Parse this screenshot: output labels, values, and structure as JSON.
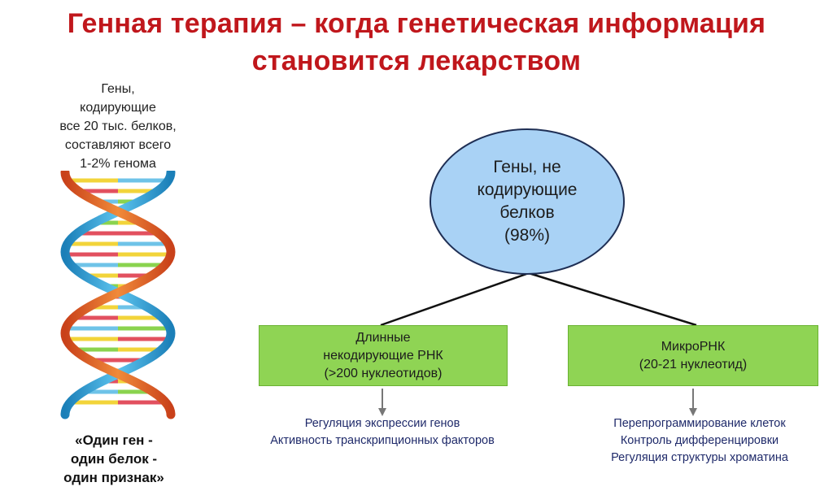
{
  "title": {
    "line1": "Генная терапия – когда генетическая информация",
    "line2": "становится лекарством"
  },
  "left_caption": {
    "lines": [
      "Гены,",
      "кодирующие",
      "все 20 тыс. белков,",
      "составляют всего",
      "1-2% генома"
    ]
  },
  "left_quote": {
    "lines": [
      "«Один ген -",
      "один белок -",
      "один признак»"
    ]
  },
  "root_node": {
    "lines": [
      "Гены, не",
      "кодирующие",
      "белков",
      "(98%)"
    ]
  },
  "branch_left": {
    "lines": [
      "Длинные",
      "некодирующие РНК",
      "(>200 нуклеотидов)"
    ],
    "functions": [
      "Регуляция экспрессии генов",
      "Активность транскрипционных факторов"
    ]
  },
  "branch_right": {
    "lines": [
      "МикроРНК",
      "(20-21 нуклеотид)"
    ],
    "functions": [
      "Перепрограммирование клеток",
      "Контроль дифференцировки",
      "Регуляция структуры хроматина"
    ]
  },
  "colors": {
    "title": "#c0171c",
    "ellipse_fill": "#a9d2f5",
    "box_fill": "#8fd454",
    "function_text": "#1f2a6a"
  }
}
